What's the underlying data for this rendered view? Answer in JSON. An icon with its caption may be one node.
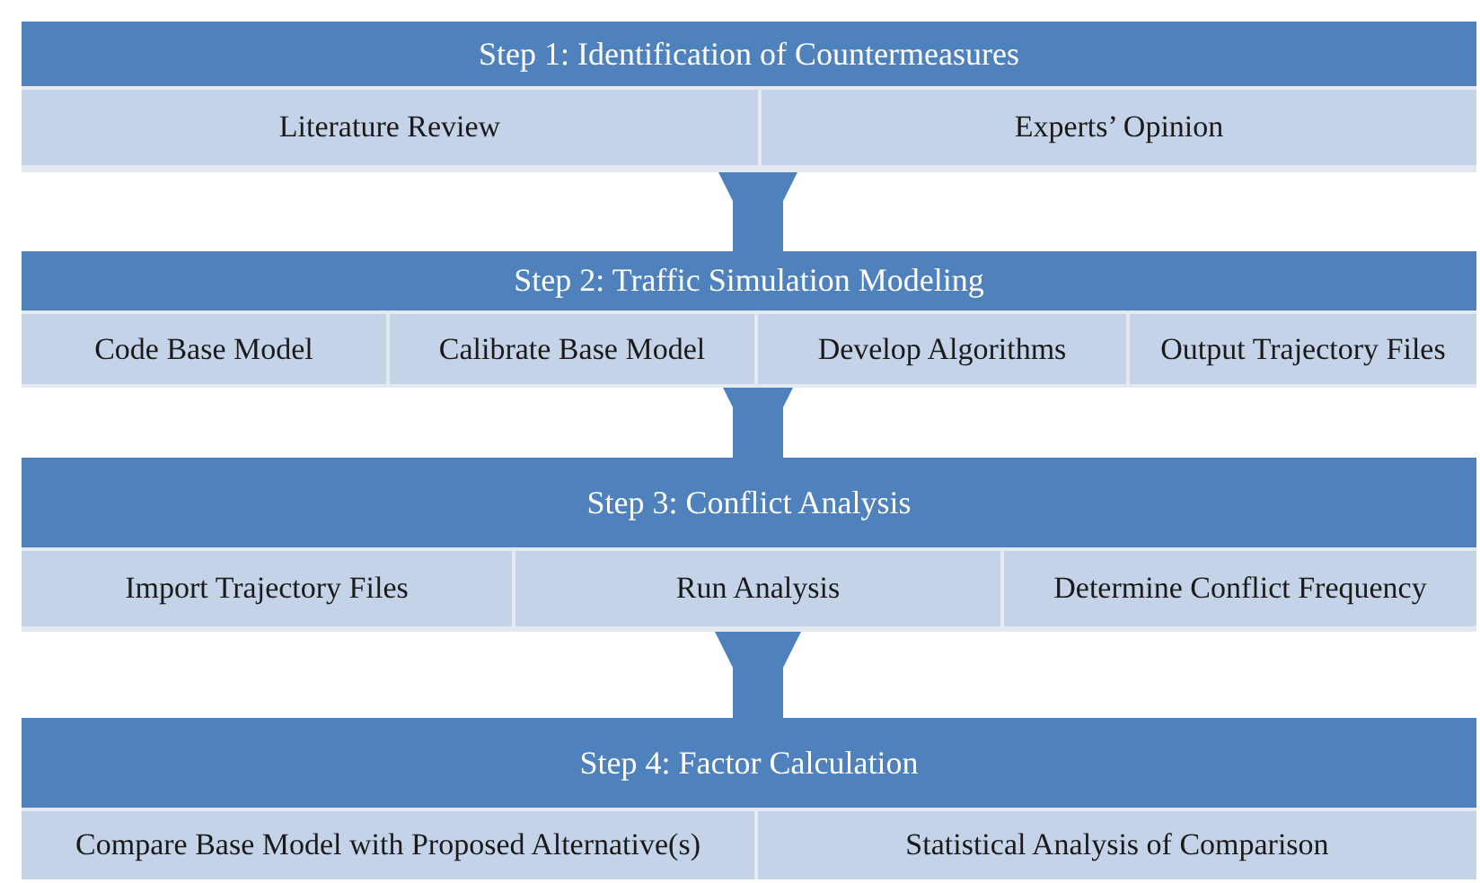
{
  "diagram": {
    "nodes": [
      {
        "text": [
          "Step 1: Identification of Countermeasures"
        ]
      },
      {
        "text": [
          "Literature Review"
        ],
        "in": 0
      },
      {
        "text": [
          "Experts’ Opinion"
        ],
        "in": 0
      },
      {
        "text": [
          "Step 2: Traffic Simulation Modeling"
        ]
      },
      {
        "text": [
          "Code Base Model"
        ],
        "in": 3
      },
      {
        "text": [
          "Calibrate Base Model"
        ],
        "in": 3
      },
      {
        "text": [
          "Develop Algorithms"
        ],
        "in": 3
      },
      {
        "text": [
          "Output Trajectory Files"
        ],
        "in": 3
      },
      {
        "text": [
          "Step 3: Conflict Analysis"
        ]
      },
      {
        "text": [
          "Import Trajectory Files"
        ],
        "in": 8
      },
      {
        "text": [
          "Run Analysis"
        ],
        "in": 8
      },
      {
        "text": [
          "Determine Conflict Frequency"
        ],
        "in": 8
      },
      {
        "text": [
          "Step 4: Factor Calculation"
        ]
      },
      {
        "text": [
          "Compare Base Model with Proposed Alternative(s)"
        ],
        "in": 12
      },
      {
        "text": [
          "Statistical Analysis of Comparison"
        ],
        "in": 12
      }
    ],
    "edges": [
      {
        "from": 0,
        "to": 3,
        "arrow": "to"
      },
      {
        "from": 3,
        "to": 8,
        "arrow": "to"
      },
      {
        "from": 8,
        "to": 12,
        "arrow": "to"
      }
    ]
  }
}
